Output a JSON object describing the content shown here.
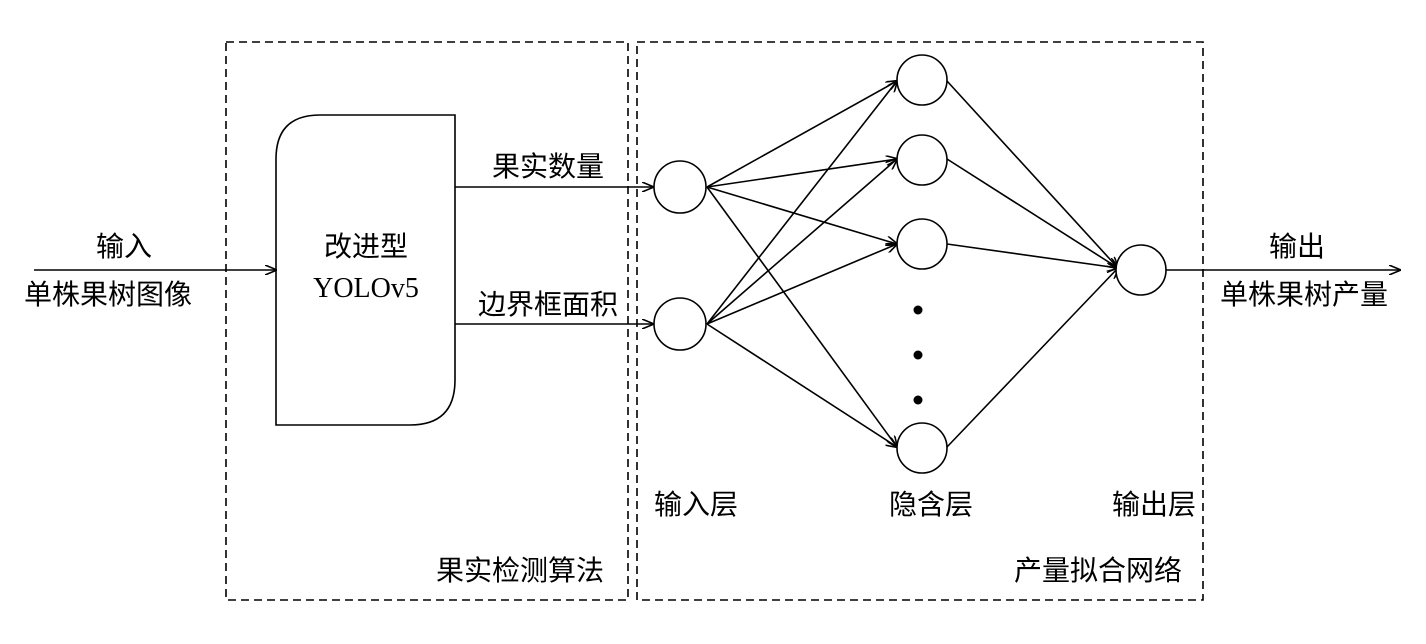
{
  "input": {
    "title": "输入",
    "subtitle": "单株果树图像"
  },
  "model": {
    "line1": "改进型",
    "line2": "YOLOv5"
  },
  "features": {
    "count": "果实数量",
    "area": "边界框面积"
  },
  "detection_box": {
    "label": "果实检测算法"
  },
  "network_box": {
    "label": "产量拟合网络"
  },
  "layers": {
    "input": "输入层",
    "hidden": "隐含层",
    "output": "输出层"
  },
  "output": {
    "title": "输出",
    "subtitle": "单株果树产量"
  }
}
